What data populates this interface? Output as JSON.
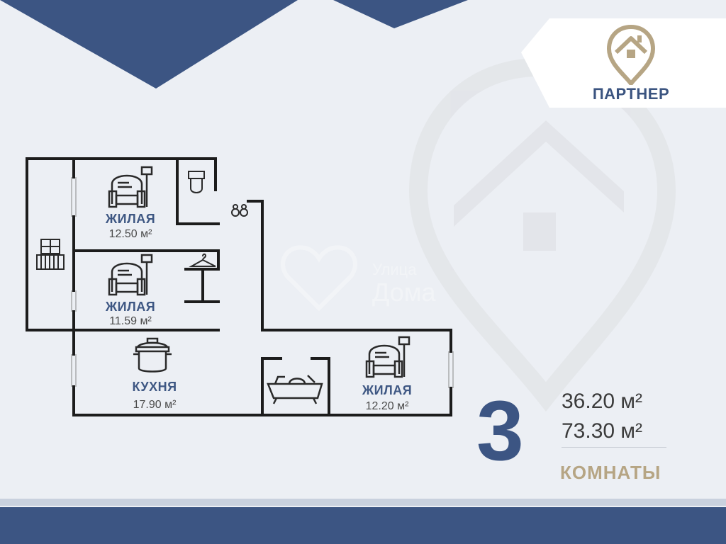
{
  "brand": {
    "name": "ПАРТНЕР"
  },
  "watermark": {
    "line1": "Улица",
    "line2": "Дома"
  },
  "rooms": [
    {
      "label": "ЖИЛАЯ",
      "area": "12.50 м²"
    },
    {
      "label": "ЖИЛАЯ",
      "area": "11.59 м²"
    },
    {
      "label": "КУХНЯ",
      "area": "17.90 м²"
    },
    {
      "label": "ЖИЛАЯ",
      "area": "12.20 м²"
    }
  ],
  "summary": {
    "rooms_count": "3",
    "living_area": "36.20 м²",
    "total_area": "73.30 м²",
    "rooms_word": "КОМНАТЫ"
  },
  "colors": {
    "navy": "#3c5583",
    "gold": "#b6a584",
    "wall": "#1c1c1c",
    "background": "#eceff4"
  },
  "icons": [
    "house-pin-logo-icon",
    "armchair-lamp-icon",
    "toilet-icon",
    "sink-icon",
    "balcony-icon",
    "hanger-icon",
    "pot-icon",
    "bathtub-icon"
  ]
}
